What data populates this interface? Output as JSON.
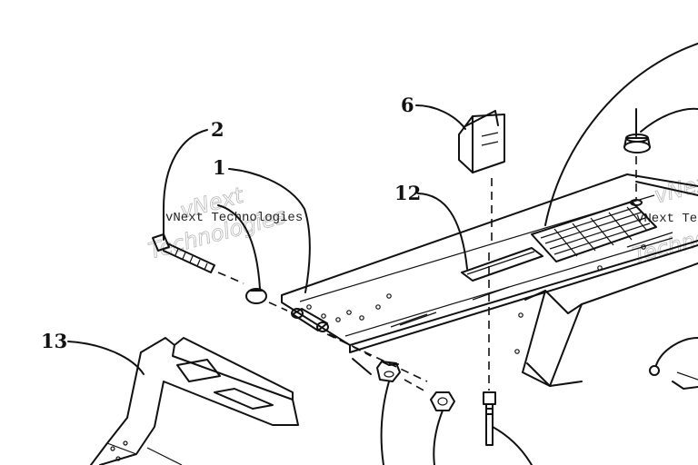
{
  "callouts": {
    "c1": "1",
    "c2": "2",
    "c6": "6",
    "c12": "12",
    "c13": "13"
  },
  "watermark": {
    "small_left": "vNext Technologies",
    "big_left_1": "vNext",
    "big_left_2": "Technologies",
    "small_right": "vNext Te",
    "big_right_1": "vNext",
    "big_right_2": "Technolo"
  }
}
